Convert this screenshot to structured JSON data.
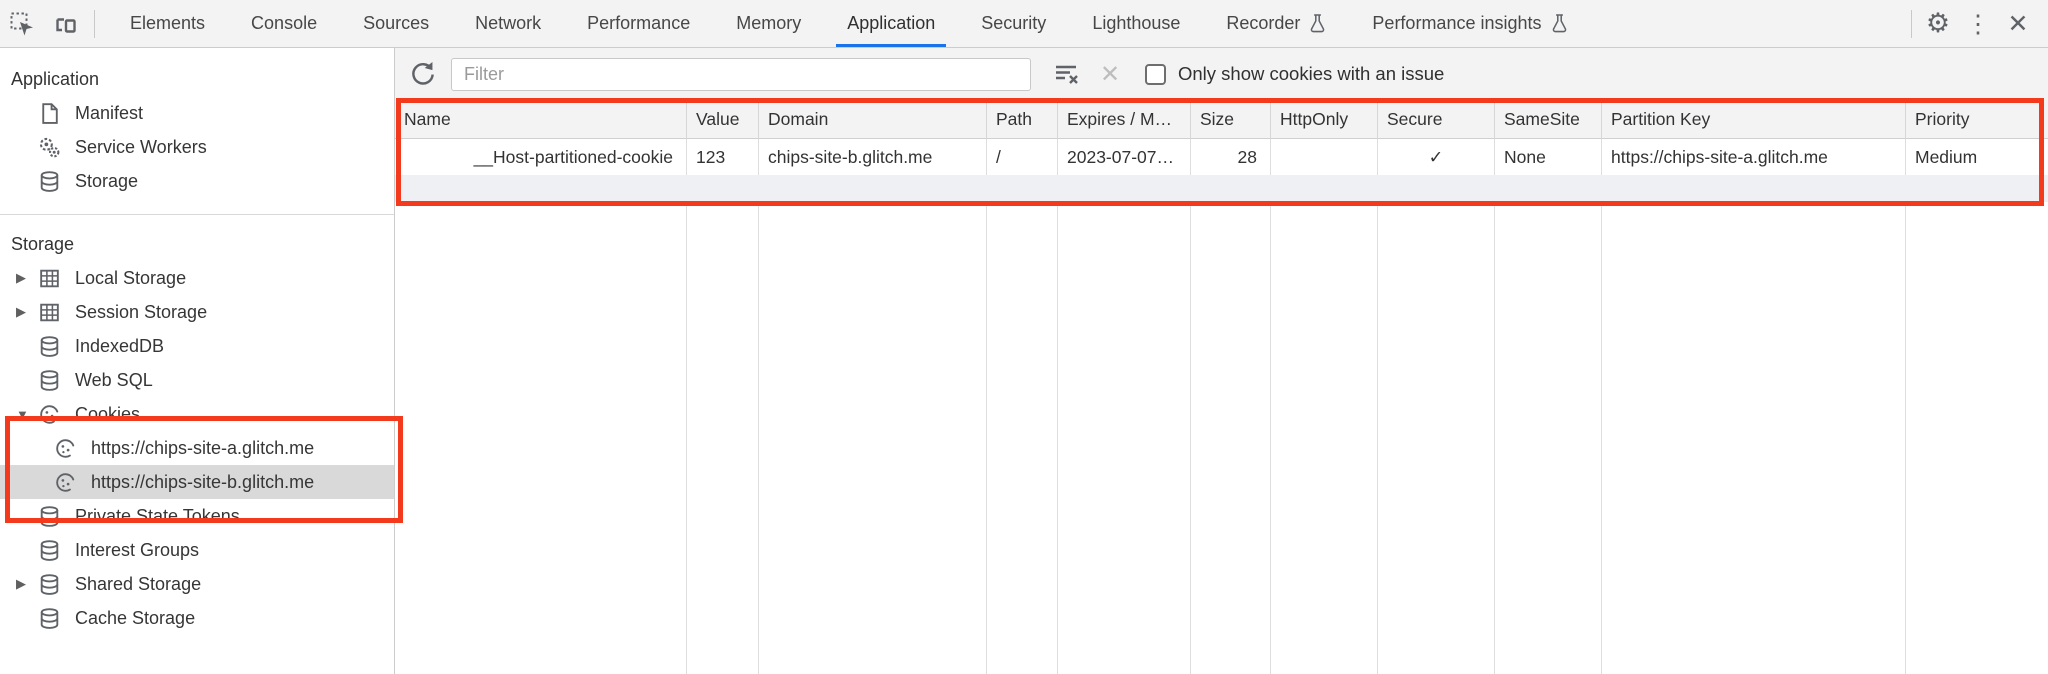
{
  "tabbar": {
    "tabs": [
      {
        "label": "Elements",
        "active": false
      },
      {
        "label": "Console",
        "active": false
      },
      {
        "label": "Sources",
        "active": false
      },
      {
        "label": "Network",
        "active": false
      },
      {
        "label": "Performance",
        "active": false
      },
      {
        "label": "Memory",
        "active": false
      },
      {
        "label": "Application",
        "active": true
      },
      {
        "label": "Security",
        "active": false
      },
      {
        "label": "Lighthouse",
        "active": false
      },
      {
        "label": "Recorder",
        "active": false,
        "experimental": true
      },
      {
        "label": "Performance insights",
        "active": false,
        "experimental": true
      }
    ]
  },
  "icons": {
    "gear": "⚙",
    "overflow_menu": "⋮",
    "close": "✕",
    "collapsed_arrow": "▶",
    "expanded_arrow": "▼"
  },
  "sidebar": {
    "sections": [
      {
        "header": "Application",
        "items": [
          {
            "label": "Manifest",
            "icon": "manifest-file-icon"
          },
          {
            "label": "Service Workers",
            "icon": "service-workers-icon"
          },
          {
            "label": "Storage",
            "icon": "database-icon"
          }
        ]
      },
      {
        "header": "Storage",
        "items": [
          {
            "label": "Local Storage",
            "icon": "table-icon",
            "state": "collapsed"
          },
          {
            "label": "Session Storage",
            "icon": "table-icon",
            "state": "collapsed"
          },
          {
            "label": "IndexedDB",
            "icon": "database-icon"
          },
          {
            "label": "Web SQL",
            "icon": "database-icon"
          },
          {
            "label": "Cookies",
            "icon": "cookie-icon",
            "state": "expanded"
          },
          {
            "label": "https://chips-site-a.glitch.me",
            "icon": "cookie-icon",
            "child": true
          },
          {
            "label": "https://chips-site-b.glitch.me",
            "icon": "cookie-icon",
            "child": true,
            "selected": true
          },
          {
            "label": "Private State Tokens",
            "icon": "database-icon"
          },
          {
            "label": "Interest Groups",
            "icon": "database-icon"
          },
          {
            "label": "Shared Storage",
            "icon": "database-icon",
            "state": "collapsed"
          },
          {
            "label": "Cache Storage",
            "icon": "database-icon"
          }
        ]
      }
    ]
  },
  "toolbar": {
    "filter_placeholder": "Filter",
    "issue_checkbox_label": "Only show cookies with an issue",
    "issue_checkbox_checked": false
  },
  "cookie_table": {
    "columns": [
      "Name",
      "Value",
      "Domain",
      "Path",
      "Expires / M…",
      "Size",
      "HttpOnly",
      "Secure",
      "SameSite",
      "Partition Key",
      "Priority"
    ],
    "rows": [
      {
        "name": "__Host-partitioned-cookie",
        "value": "123",
        "domain": "chips-site-b.glitch.me",
        "path": "/",
        "expires": "2023-07-07…",
        "size": "28",
        "http_only": "",
        "secure": "✓",
        "same_site": "None",
        "partition_key": "https://chips-site-a.glitch.me",
        "priority": "Medium"
      }
    ]
  },
  "colors": {
    "accent_blue": "#1a73e8",
    "annotation_red": "#f43a1d",
    "selection_gray": "#d9d9d9",
    "toolbar_gray": "#f3f3f3"
  }
}
